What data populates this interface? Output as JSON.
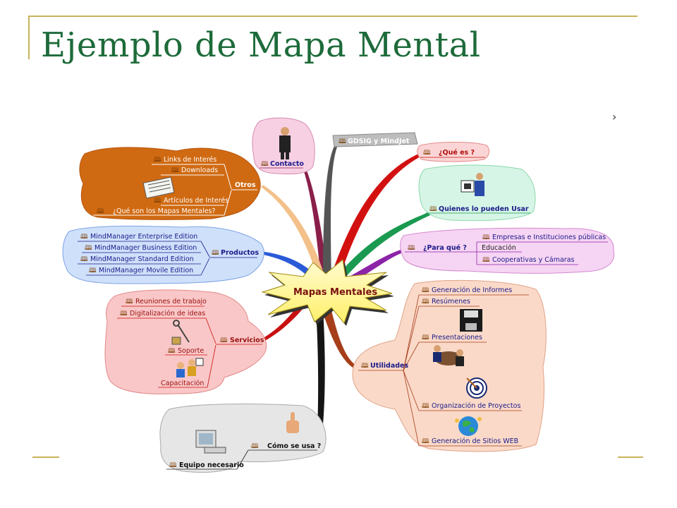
{
  "slide": {
    "title": "Ejemplo de Mapa Mental"
  },
  "mindmap": {
    "central": "Mapas Mentales",
    "contacto": "Contacto",
    "gdsig": "GDSIG y MindJet",
    "que_es": "¿Qué es ?",
    "quienes": "Quienes lo pueden Usar",
    "para_que": {
      "label": "¿Para qué ?",
      "items": [
        "Empresas e Instituciones públicas",
        "Educación",
        "Cooperativas y Cámaras"
      ]
    },
    "utilidades": {
      "label": "Utilidades",
      "items": [
        "Generación de Informes",
        "Resúmenes",
        "Presentaciones",
        "Organización de Proyectos",
        "Generación de Sitios WEB"
      ]
    },
    "otros": {
      "label": "Otros",
      "items": [
        "Links de Interés",
        "Downloads",
        "Artículos de Interés",
        "¿Qué son los Mapas Mentales?"
      ]
    },
    "productos": {
      "label": "Productos",
      "items": [
        "MindManager Enterprise Edition",
        "MindManager Business Edition",
        "MindManager Standard Edition",
        "MindManager Movile Edition"
      ]
    },
    "servicios": {
      "label": "Servicios",
      "items": [
        "Reuniones de trabajo",
        "Digitalización de ideas",
        "Soporte",
        "Capacitación"
      ]
    },
    "como_se_usa": "Cómo se usa ?",
    "equipo": "Equipo necesario",
    "colors": {
      "otros": "#d06a12",
      "productos": "#cfe0fb",
      "servicios": "#f9c7c7",
      "utilidades": "#fad9c8",
      "quienes": "#d6f5e6",
      "para_que": "#f6d4f3",
      "contacto": "#f8d0e4",
      "gdsig": "#bdbdbd",
      "como": "#e6e6e6",
      "star": "#fff5a0"
    }
  }
}
